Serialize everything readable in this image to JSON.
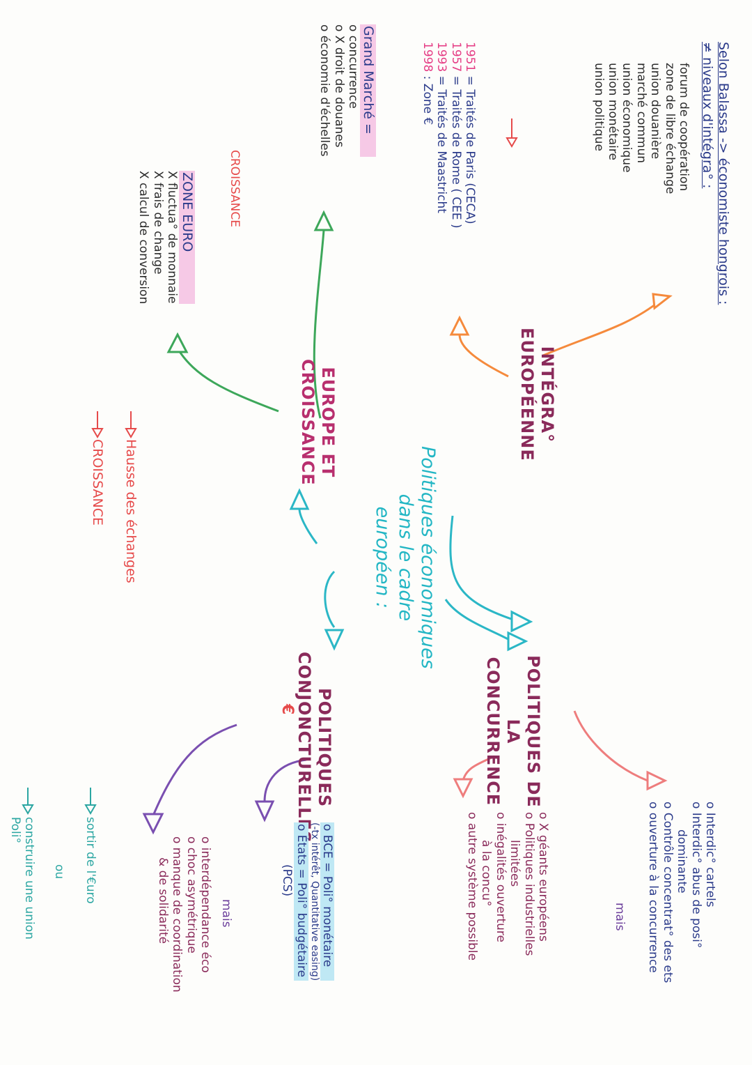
{
  "center": {
    "title": [
      "Politiques économiques",
      "dans le cadre",
      "européen :"
    ]
  },
  "branches": {
    "integration": {
      "title": [
        "INTÉGRA°",
        "EUROPÉENNE"
      ]
    },
    "europe": {
      "title": [
        "EUROPE ET",
        "CROISSANCE"
      ]
    },
    "concurrence": {
      "title": [
        "POLITIQUES DE",
        "LA",
        "CONCURRENCE"
      ]
    },
    "conjoncturelles": {
      "title": [
        "POLITIQUES",
        "CONJONCTURELLES"
      ],
      "euro_symbol": "€"
    }
  },
  "integration": {
    "balassa_title": "Selon Balassa -> économiste hongrois :",
    "balassa_subtitle": "≠ niveaux d'intégra° :",
    "levels": [
      "forum de coopération",
      "zone de libre échange",
      "union douanière",
      "marché commun",
      "union économique",
      "union monétaire",
      "union politique"
    ],
    "dates": [
      "1951",
      "1957",
      "1993",
      "1998"
    ],
    "events": [
      "= Traités de Paris (CECA)",
      "= Traités de Rome ( CEE )",
      "= Traités de Maastricht",
      ": Zone €"
    ]
  },
  "europe": {
    "grand_marche_title": "Grand Marché =",
    "grand_marche_items": [
      "o concurrence",
      "o X droit de douanes",
      "o économie d'échelles"
    ],
    "grand_marche_result": "CROISSANCE",
    "zone_euro_title": "ZONE EURO",
    "zone_euro_items": [
      "X fluctua° de monnaie",
      "X frais de change",
      "X calcul de conversion"
    ],
    "zone_euro_hausse": "Hausse des échanges",
    "zone_euro_result": "CROISSANCE"
  },
  "concurrence": {
    "items": [
      "o Interdic° cartels",
      "o Interdic° abus de posi°",
      "dominante",
      "o Contrôle concentrat° des ets",
      "o ouverture à la concurrence"
    ],
    "mais": "mais",
    "critiques": [
      "o X géants européens",
      "o Politiques industrielles",
      "limitées",
      "o inégalités ouverture",
      "à la concu°",
      "o autre système possible"
    ]
  },
  "conjoncturelles": {
    "bce": "o BCE = Poli° monétaire",
    "bce_note": "(-tx intérêt, Quantitative easing)",
    "etats": "o États = Poli° budgétaire",
    "etats_note": "(PCS)",
    "mais": "mais",
    "critiques": [
      "o interdépendance éco",
      "o choc asymétrique",
      "o manque de coordination",
      "& de solidarité"
    ],
    "sortir": "sortir de l'€uro",
    "ou": "ou",
    "construire": "construire une union",
    "construire_2": "Poli°"
  }
}
